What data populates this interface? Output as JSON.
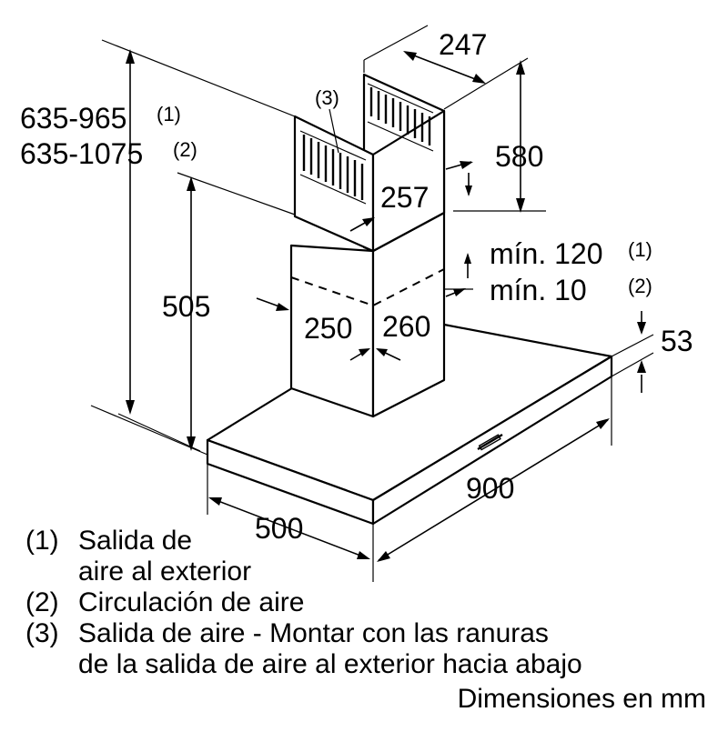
{
  "dimensions": {
    "total_height_1": "635-965",
    "total_height_1_note": "(1)",
    "total_height_2": "635-1075",
    "total_height_2_note": "(2)",
    "outlet_label": "(3)",
    "chimney_top_depth": "247",
    "chimney_top_height": "580",
    "chimney_top_width": "257",
    "lower_height": "505",
    "min_gap_1": "mín. 120",
    "min_gap_1_note": "(1)",
    "min_gap_2": "mín. 10",
    "min_gap_2_note": "(2)",
    "chimney_width": "250",
    "chimney_depth": "260",
    "hood_thickness": "53",
    "hood_width": "900",
    "hood_depth": "500"
  },
  "legend": {
    "item1_num": "(1)",
    "item1_line1": "Salida de",
    "item1_line2": "aire al exterior",
    "item2_num": "(2)",
    "item2_line1": "Circulación de aire",
    "item3_num": "(3)",
    "item3_line1": "Salida de aire - Montar con las ranuras",
    "item3_line2": "de la salida de aire al exterior hacia abajo",
    "units": "Dimensiones en mm"
  }
}
